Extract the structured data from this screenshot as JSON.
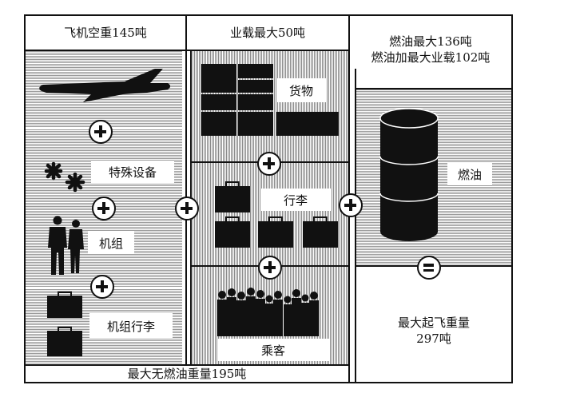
{
  "headers": {
    "empty_weight": "飞机空重145吨",
    "max_payload": "业载最大50吨",
    "fuel_max": "燃油最大136吨",
    "fuel_plus_payload": "燃油加最大业载102吨"
  },
  "left_column": {
    "special_equipment": "特殊设备",
    "crew": "机组",
    "crew_baggage": "机组行李"
  },
  "middle_column": {
    "cargo": "货物",
    "baggage": "行李",
    "passengers": "乘客"
  },
  "right_column": {
    "fuel": "燃油",
    "mtow_line1": "最大起飞重量",
    "mtow_line2": "297吨"
  },
  "footer": {
    "max_zero_fuel": "最大无燃油重量195吨"
  },
  "icons": [
    "airplane-icon",
    "special-equipment-icon",
    "crew-icon",
    "bag-icon",
    "cargo-icon",
    "passengers-icon",
    "fuel-drum-icon",
    "plus-icon",
    "equals-icon"
  ]
}
